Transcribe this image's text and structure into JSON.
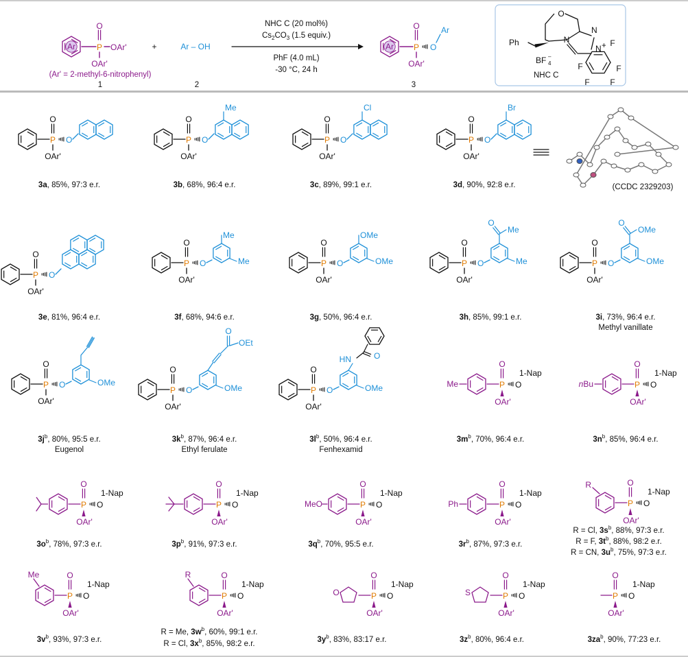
{
  "colors": {
    "purple": "#8b1a8b",
    "blue": "#1e90d8",
    "phosphorus": "#e07b00",
    "box": "#a8c6e6"
  },
  "scheme": {
    "reagent1_ar": "Ar",
    "reagent1_oar": "OAr'",
    "reagent1_oar2": "OAr'",
    "reagent1_def": "(Ar' = 2-methyl-6-nitrophenyl)",
    "reagent1_num": "1",
    "plus": "+",
    "reagent2": "Ar – OH",
    "reagent2_num": "2",
    "cond1": "NHC C (20 mol%)",
    "cond2a": "Cs",
    "cond2b": "2",
    "cond2c": "CO",
    "cond2d": "3",
    "cond2e": " (1.5 equiv.)",
    "cond3": "PhF (4.0 mL)",
    "cond4": "-30 °C, 24 h",
    "product_ar": "Ar",
    "product_num": "3",
    "nhc_label": "NHC C",
    "nhc_ph": "Ph",
    "nhc_bf4": "BF",
    "nhc_bf4_sub": "4",
    "nhc_bf4_sup": "–",
    "nhc_o": "O",
    "nhc_f": "F",
    "nhc_n": "N",
    "nhc_nplus": "N",
    "nhc_plus": "+"
  },
  "common": {
    "p": "P",
    "o": "O",
    "oar": "OAr'",
    "nap": "1-Nap"
  },
  "xray_label": "(CCDC 2329203)",
  "substituents": {
    "me": "Me",
    "cl": "Cl",
    "br": "Br",
    "ome": "OMe",
    "oet": "OEt",
    "hn": "HN",
    "r": "R",
    "nbu_n": "n",
    "nbu_bu": "Bu",
    "meo": "MeO",
    "ph": "Ph"
  },
  "compounds": [
    {
      "id": "3a",
      "sup": "",
      "rest": ", 85%, 97:3 e.r.",
      "name": ""
    },
    {
      "id": "3b",
      "sup": "",
      "rest": ", 68%, 96:4 e.r.",
      "name": ""
    },
    {
      "id": "3c",
      "sup": "",
      "rest": ", 89%, 99:1 e.r.",
      "name": ""
    },
    {
      "id": "3d",
      "sup": "",
      "rest": ", 90%, 92:8 e.r.",
      "name": ""
    },
    {
      "id": "3e",
      "sup": "",
      "rest": ", 81%, 96:4 e.r.",
      "name": ""
    },
    {
      "id": "3f",
      "sup": "",
      "rest": ", 68%, 94:6 e.r.",
      "name": ""
    },
    {
      "id": "3g",
      "sup": "",
      "rest": ", 50%, 96:4 e.r.",
      "name": ""
    },
    {
      "id": "3h",
      "sup": "",
      "rest": ", 85%, 99:1 e.r.",
      "name": ""
    },
    {
      "id": "3i",
      "sup": "",
      "rest": ", 73%, 96:4 e.r.",
      "name": "Methyl vanillate"
    },
    {
      "id": "3j",
      "sup": "b",
      "rest": " 80%, 95:5 e.r.",
      "name": "Eugenol"
    },
    {
      "id": "3k",
      "sup": "b",
      "rest": " 87%, 96:4 e.r.",
      "name": "Ethyl ferulate"
    },
    {
      "id": "3l",
      "sup": "b",
      "rest": " 50%, 96:4 e.r.",
      "name": "Fenhexamid"
    },
    {
      "id": "3m",
      "sup": "b",
      "rest": " 70%, 96:4 e.r.",
      "name": ""
    },
    {
      "id": "3n",
      "sup": "b",
      "rest": " 85%, 96:4 e.r.",
      "name": ""
    },
    {
      "id": "3o",
      "sup": "b",
      "rest": " 78%, 97:3 e.r.",
      "name": ""
    },
    {
      "id": "3p",
      "sup": "b",
      "rest": " 91%, 97:3 e.r.",
      "name": ""
    },
    {
      "id": "3q",
      "sup": "b",
      "rest": " 70%, 95:5 e.r.",
      "name": ""
    },
    {
      "id": "3r",
      "sup": "b",
      "rest": " 87%, 97:3 e.r.",
      "name": ""
    },
    {
      "id": "3v",
      "sup": "b",
      "rest": " 93%, 97:3 e.r.",
      "name": ""
    },
    {
      "id": "3y",
      "sup": "b",
      "rest": " 83%, 83:17 e.r.",
      "name": ""
    },
    {
      "id": "3z",
      "sup": "b",
      "rest": " 80%, 96:4 e.r.",
      "name": ""
    },
    {
      "id": "3za",
      "sup": "b",
      "rest": " 90%, 77:23 e.r.",
      "name": ""
    }
  ],
  "multi": {
    "s": {
      "pre": "R = Cl, ",
      "id": "3s",
      "sup": "b",
      "rest": " 88%, 97:3 e.r."
    },
    "t": {
      "pre": "R = F, ",
      "id": "3t",
      "sup": "b",
      "rest": " 88%, 98:2 e.r."
    },
    "u": {
      "pre": "R = CN, ",
      "id": "3u",
      "sup": "b",
      "rest": " 75%, 97:3 e.r."
    },
    "w": {
      "pre": "R = Me, ",
      "id": "3w",
      "sup": "b",
      "rest": " 60%, 99:1 e.r."
    },
    "x": {
      "pre": "R = Cl, ",
      "id": "3x",
      "sup": "b",
      "rest": "  85%, 98:2 e.r."
    }
  }
}
